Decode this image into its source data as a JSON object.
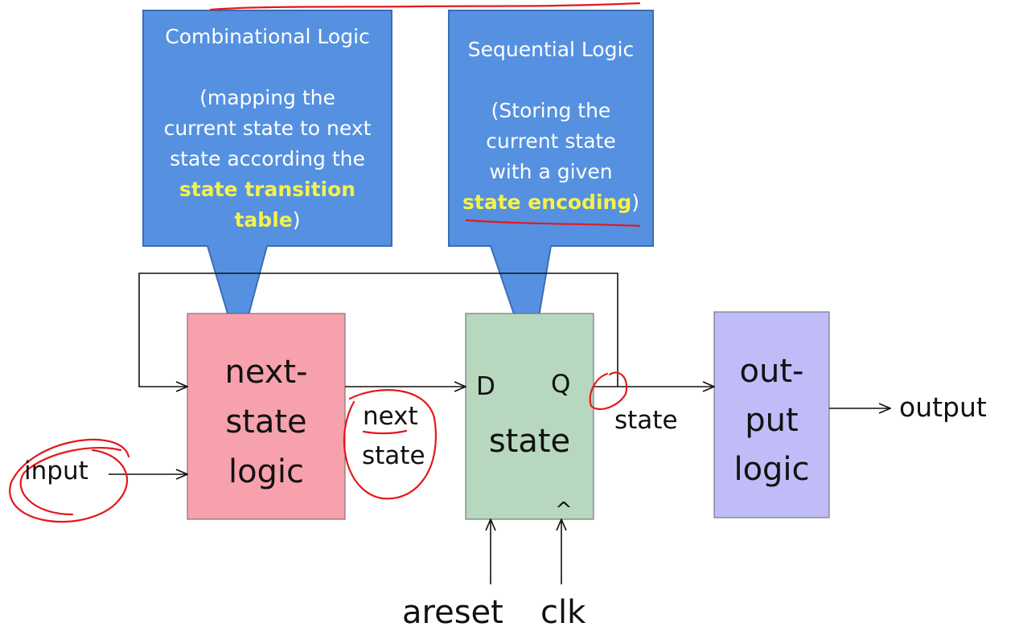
{
  "callouts": {
    "combinational": {
      "title": "Combinational Logic",
      "line1": "(mapping the",
      "line2": "current state to next",
      "line3": "state according the",
      "highlight1": "state transition",
      "highlight2": "table",
      "tail": ")"
    },
    "sequential": {
      "title": "Sequential Logic",
      "line1": "(Storing the",
      "line2": "current state",
      "line3": "with a given",
      "highlight": "state encoding",
      "tail": ")"
    }
  },
  "blocks": {
    "next_state_logic": {
      "line1": "next-",
      "line2": "state",
      "line3": "logic"
    },
    "state_register": {
      "d_port": "D",
      "q_port": "Q",
      "label": "state",
      "clock_mark": "^"
    },
    "output_logic": {
      "line1": "out-",
      "line2": "put",
      "line3": "logic"
    }
  },
  "signals": {
    "input": "input",
    "next_state_1": "next",
    "next_state_2": "state",
    "state": "state",
    "output": "output",
    "areset": "areset",
    "clk": "clk"
  },
  "colors": {
    "callout_fill": "#5591e0",
    "callout_border": "#3c6db3",
    "highlight_text": "#f6f24a",
    "next_state_block": "#f7a1ad",
    "state_block": "#b8d7bf",
    "output_block": "#bfbcf7",
    "annotation": "#e3191c"
  }
}
